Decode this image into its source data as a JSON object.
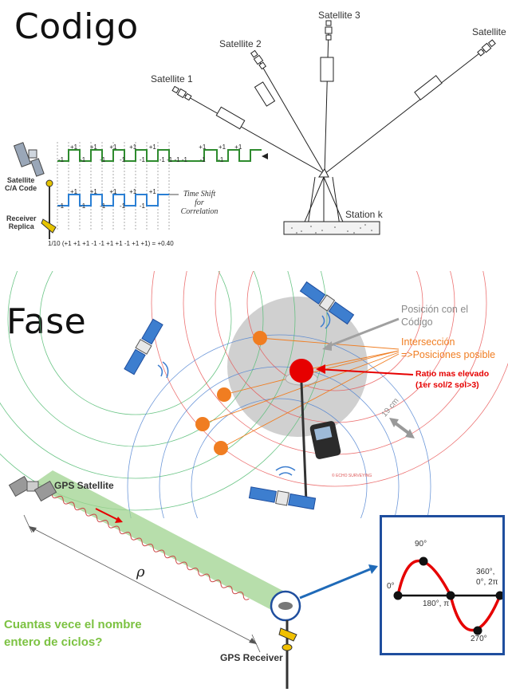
{
  "codigo": {
    "title": "Codigo",
    "satellites": [
      "Satellite 1",
      "Satellite 2",
      "Satellite 3",
      "Satellite"
    ],
    "station_label": "Station k",
    "sat_code_label": "Satellite\nC/A Code",
    "receiver_replica_label": "Receiver\nReplica",
    "time_shift_label": "Time Shift\nfor\nCorrelation",
    "top_signs": [
      "+1",
      "+1",
      "+1",
      "+1",
      "+1",
      "+1",
      "+1",
      "+1",
      "-1",
      "-1",
      "-1",
      "-1",
      "-1",
      "-1",
      "-1",
      "-1",
      "-1",
      "-1",
      "-1"
    ],
    "mid_signs": [
      "+1",
      "+1",
      "+1",
      "+1",
      "+1",
      "-1",
      "-1",
      "-1",
      "-1",
      "-1"
    ],
    "formula_prefix": "1/10",
    "formula": "(+1 +1 +1 -1 -1 +1 +1 -1 +1 +1) = +0.40"
  },
  "fase": {
    "title": "Fase",
    "position_code_label": "Posición con el\nCódigo",
    "intersection_label": "Intersección\n=>Posiciones posible",
    "ratio_label": "Ratio mas elevado\n(1er sol/2 sol>3)",
    "distance_label": "19 cm",
    "watermark": "© ECHO SURVEYING",
    "gps_satellite_label": "GPS Satellite",
    "rho_label": "ρ",
    "gps_receiver_label": "GPS Receiver",
    "question": "Cuantas vece el nombre\nentero de ciclos?",
    "phase_angles": [
      "0°",
      "90°",
      "180°, π",
      "270°",
      "360°,\n0°, 2π"
    ]
  },
  "colors": {
    "green_wave": "#2e8b2e",
    "blue_wave": "#2a7fd4",
    "orange": "#f07d21",
    "red": "#e60000",
    "grey_circle": "#c8c8c8",
    "question_green": "#7cc242",
    "beam_green": "#9fd38f",
    "frame_blue": "#1f4e9e"
  }
}
